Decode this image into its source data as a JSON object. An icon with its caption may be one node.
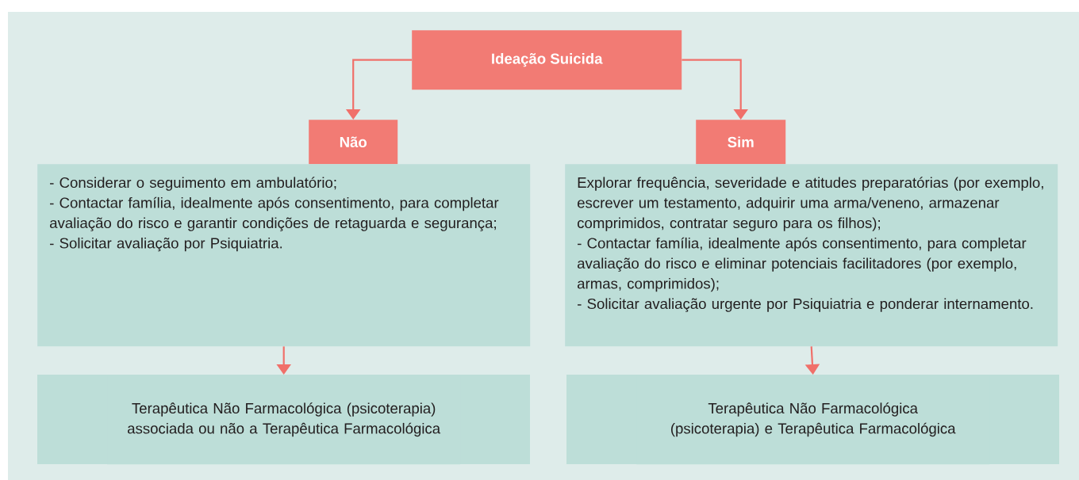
{
  "diagram": {
    "nodes": [
      {
        "text": [
          "Ideação Suicida"
        ]
      },
      {
        "text": [
          "Não"
        ]
      },
      {
        "text": [
          "Sim"
        ]
      },
      {
        "text": [
          "- Considerar o seguimento em ambulatório;",
          "- Contactar família, idealmente após consentimento, para completar avaliação do risco e garantir condições de retaguarda e segurança;",
          "- Solicitar avaliação por Psiquiatria."
        ]
      },
      {
        "text": [
          "Explorar frequência, severidade e atitudes preparatórias (por exemplo, escrever um testamento, adquirir uma arma/veneno, armazenar comprimidos, contratar seguro para os filhos);",
          "- Contactar família, idealmente após consentimento, para completar avaliação do risco e eliminar potenciais facilitadores (por exemplo, armas, comprimidos);",
          "- Solicitar avaliação urgente por Psiquiatria e ponderar internamento."
        ]
      },
      {
        "text": [
          "Terapêutica Não Farmacológica (psicoterapia) associada ou não a Terapêutica Farmacológica"
        ]
      },
      {
        "text": [
          "Terapêutica Não Farmacológica (psicoterapia) e Terapêutica Farmacológica"
        ]
      }
    ],
    "edges": [
      {
        "from": 0,
        "to": 1,
        "arrow": "to"
      },
      {
        "from": 0,
        "to": 2,
        "arrow": "to"
      },
      {
        "from": 3,
        "to": 5,
        "arrow": "to"
      },
      {
        "from": 4,
        "to": 6,
        "arrow": "to"
      }
    ]
  }
}
